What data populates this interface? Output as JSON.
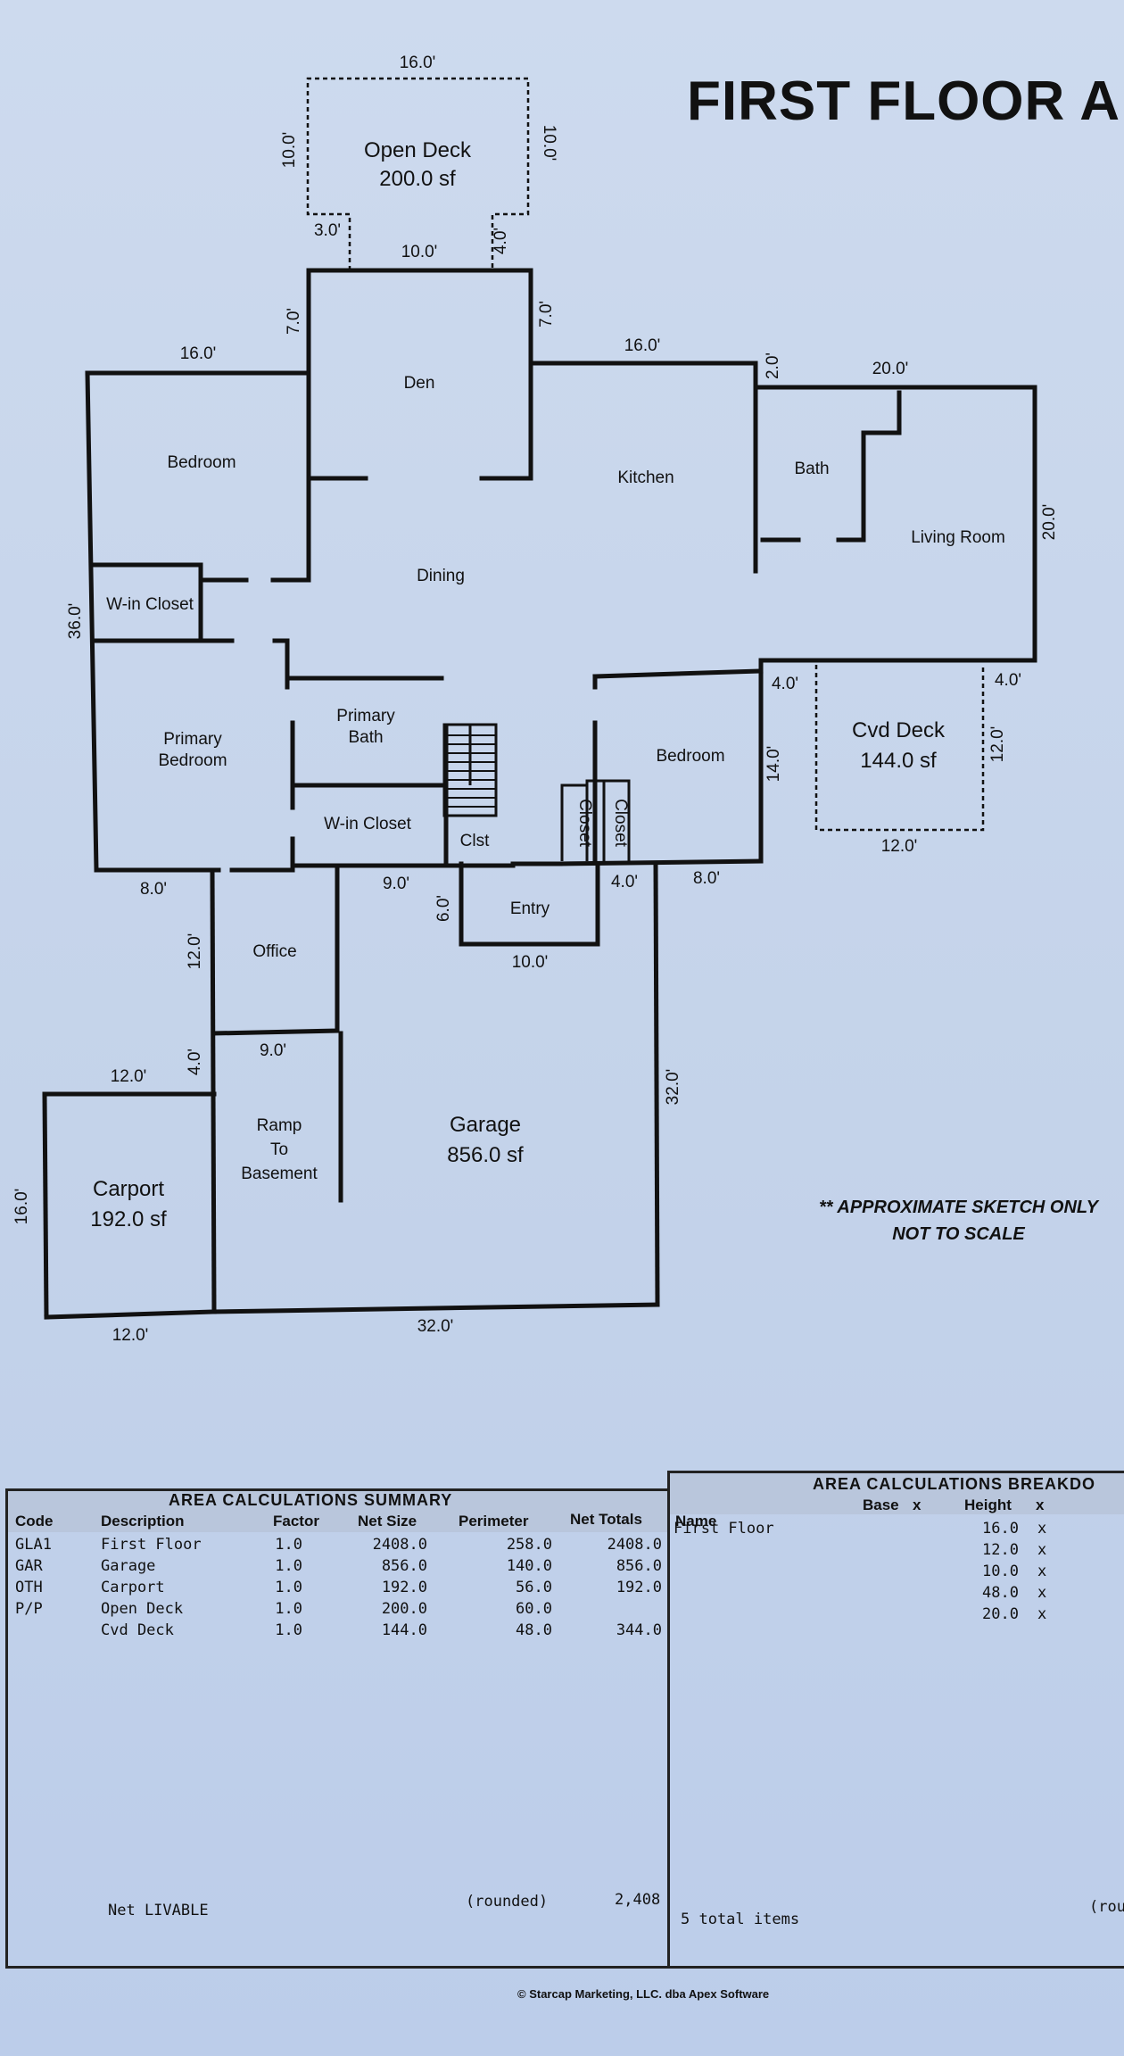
{
  "page_title": "FIRST FLOOR A",
  "rooms": {
    "open_deck": "Open Deck",
    "open_deck_area": "200.0 sf",
    "den": "Den",
    "bedroom_nw": "Bedroom",
    "kitchen": "Kitchen",
    "bath": "Bath",
    "living_room": "Living Room",
    "dining": "Dining",
    "win_closet_w": "W-in Closet",
    "primary_bedroom_1": "Primary",
    "primary_bedroom_2": "Bedroom",
    "primary_bath_1": "Primary",
    "primary_bath_2": "Bath",
    "win_closet_mid": "W-in Closet",
    "clst": "Clst",
    "closet_a": "Closet",
    "closet_b": "Closet",
    "bedroom_se": "Bedroom",
    "cvd_deck": "Cvd Deck",
    "cvd_deck_area": "144.0 sf",
    "entry": "Entry",
    "office": "Office",
    "ramp_1": "Ramp",
    "ramp_2": "To",
    "ramp_3": "Basement",
    "garage": "Garage",
    "garage_area": "856.0 sf",
    "carport": "Carport",
    "carport_area": "192.0 sf"
  },
  "dimensions": {
    "deck_top": "16.0'",
    "deck_left": "10.0'",
    "deck_right": "10.0'",
    "deck_step_left": "3.0'",
    "deck_step_right": "4.0'",
    "den_top": "10.0'",
    "den_left": "7.0'",
    "den_right": "7.0'",
    "nw_top": "16.0'",
    "kitchen_top": "16.0'",
    "bath_step": "2.0'",
    "living_top": "20.0'",
    "living_right": "20.0'",
    "west_side": "36.0'",
    "cvd_left_top": "4.0'",
    "cvd_right_top": "4.0'",
    "cvd_right": "12.0'",
    "cvd_bottom": "12.0'",
    "bedroom_east": "14.0'",
    "sw_bottom": "8.0'",
    "entry_top": "9.0'",
    "entry_left": "6.0'",
    "entry_step": "4.0'",
    "se_bottom": "8.0'",
    "entry_bottom": "10.0'",
    "office_left": "12.0'",
    "ramp_top": "9.0'",
    "carport_step": "4.0'",
    "carport_top": "12.0'",
    "garage_right": "32.0'",
    "carport_left": "16.0'",
    "carport_bottom": "12.0'",
    "garage_bottom": "32.0'"
  },
  "note": {
    "line1": "** APPROXIMATE SKETCH ONLY",
    "line2": "NOT TO SCALE"
  },
  "summary": {
    "caption": "AREA CALCULATIONS SUMMARY",
    "headers": [
      "Code",
      "Description",
      "Factor",
      "Net Size",
      "Perimeter",
      "Net Totals"
    ],
    "rows": [
      {
        "code": "GLA1",
        "description": "First Floor",
        "factor": "1.0",
        "net_size": "2408.0",
        "perimeter": "258.0",
        "net_total": "2408.0"
      },
      {
        "code": "GAR",
        "description": "Garage",
        "factor": "1.0",
        "net_size": "856.0",
        "perimeter": "140.0",
        "net_total": "856.0"
      },
      {
        "code": "OTH",
        "description": "Carport",
        "factor": "1.0",
        "net_size": "192.0",
        "perimeter": "56.0",
        "net_total": "192.0"
      },
      {
        "code": "P/P",
        "description": "Open Deck",
        "factor": "1.0",
        "net_size": "200.0",
        "perimeter": "60.0",
        "net_total": ""
      },
      {
        "code": "",
        "description": "Cvd Deck",
        "factor": "1.0",
        "net_size": "144.0",
        "perimeter": "48.0",
        "net_total": "344.0"
      }
    ],
    "net_livable_label": "Net LIVABLE",
    "rounded_label": "(rounded)",
    "net_livable_value": "2,408"
  },
  "breakdown": {
    "caption": "AREA CALCULATIONS BREAKDO",
    "headers": [
      "Name",
      "Base",
      "x",
      "Height",
      "x"
    ],
    "name": "First Floor",
    "heights": [
      "16.0",
      "12.0",
      "10.0",
      "48.0",
      "20.0"
    ],
    "x_mark": "x",
    "total_items": "5 total items",
    "rounded_partial": "(rou"
  },
  "footer": "© Starcap Marketing, LLC. dba Apex Software"
}
